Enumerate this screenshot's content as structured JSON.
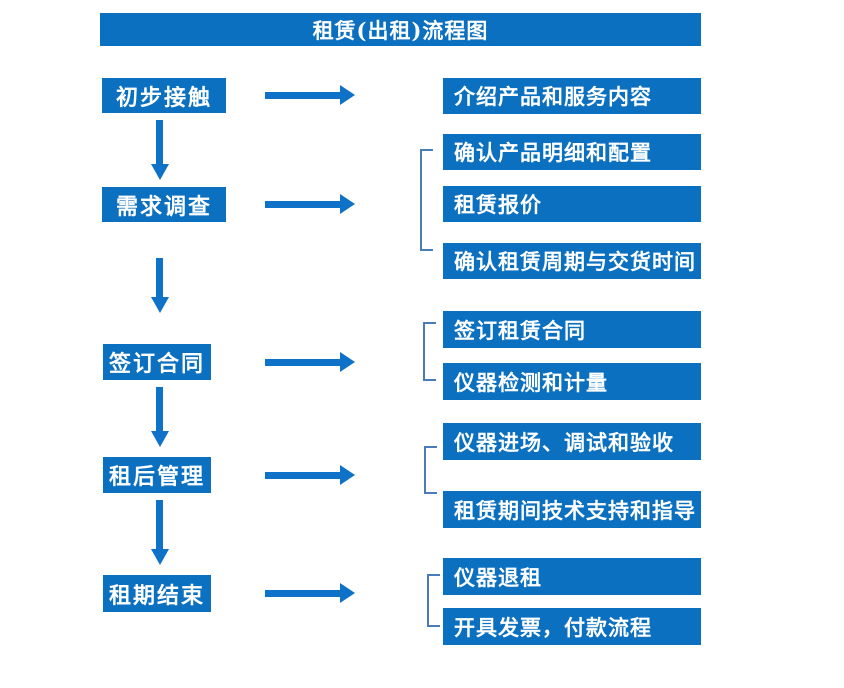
{
  "header": {
    "title": "租赁(出租)流程图"
  },
  "flow": {
    "steps": [
      {
        "label": "初步接触"
      },
      {
        "label": "需求调查"
      },
      {
        "label": "签订合同"
      },
      {
        "label": "租后管理"
      },
      {
        "label": "租期结束"
      }
    ],
    "details": [
      {
        "label": "介绍产品和服务内容"
      },
      {
        "label": "确认产品明细和配置"
      },
      {
        "label": "租赁报价"
      },
      {
        "label": "确认租赁周期与交货时间"
      },
      {
        "label": "签订租赁合同"
      },
      {
        "label": "仪器检测和计量"
      },
      {
        "label": "仪器进场、调试和验收"
      },
      {
        "label": "租赁期间技术支持和指导"
      },
      {
        "label": "仪器退租"
      },
      {
        "label": "开具发票，付款流程"
      }
    ],
    "step_to_details_groups": [
      {
        "step": "初步接触",
        "details": [
          "介绍产品和服务内容"
        ]
      },
      {
        "step": "需求调查",
        "details": [
          "确认产品明细和配置",
          "租赁报价",
          "确认租赁周期与交货时间"
        ]
      },
      {
        "step": "签订合同",
        "details": [
          "签订租赁合同",
          "仪器检测和计量"
        ]
      },
      {
        "step": "租后管理",
        "details": [
          "仪器进场、调试和验收",
          "租赁期间技术支持和指导"
        ]
      },
      {
        "step": "租期结束",
        "details": [
          "仪器退租",
          "开具发票，付款流程"
        ]
      }
    ]
  },
  "colors": {
    "box_blue": "#0b70c0",
    "arrow_blue": "#0d72c8",
    "bracket_blue": "#4a7db8",
    "text_white": "#ffffff",
    "background": "#ffffff"
  }
}
